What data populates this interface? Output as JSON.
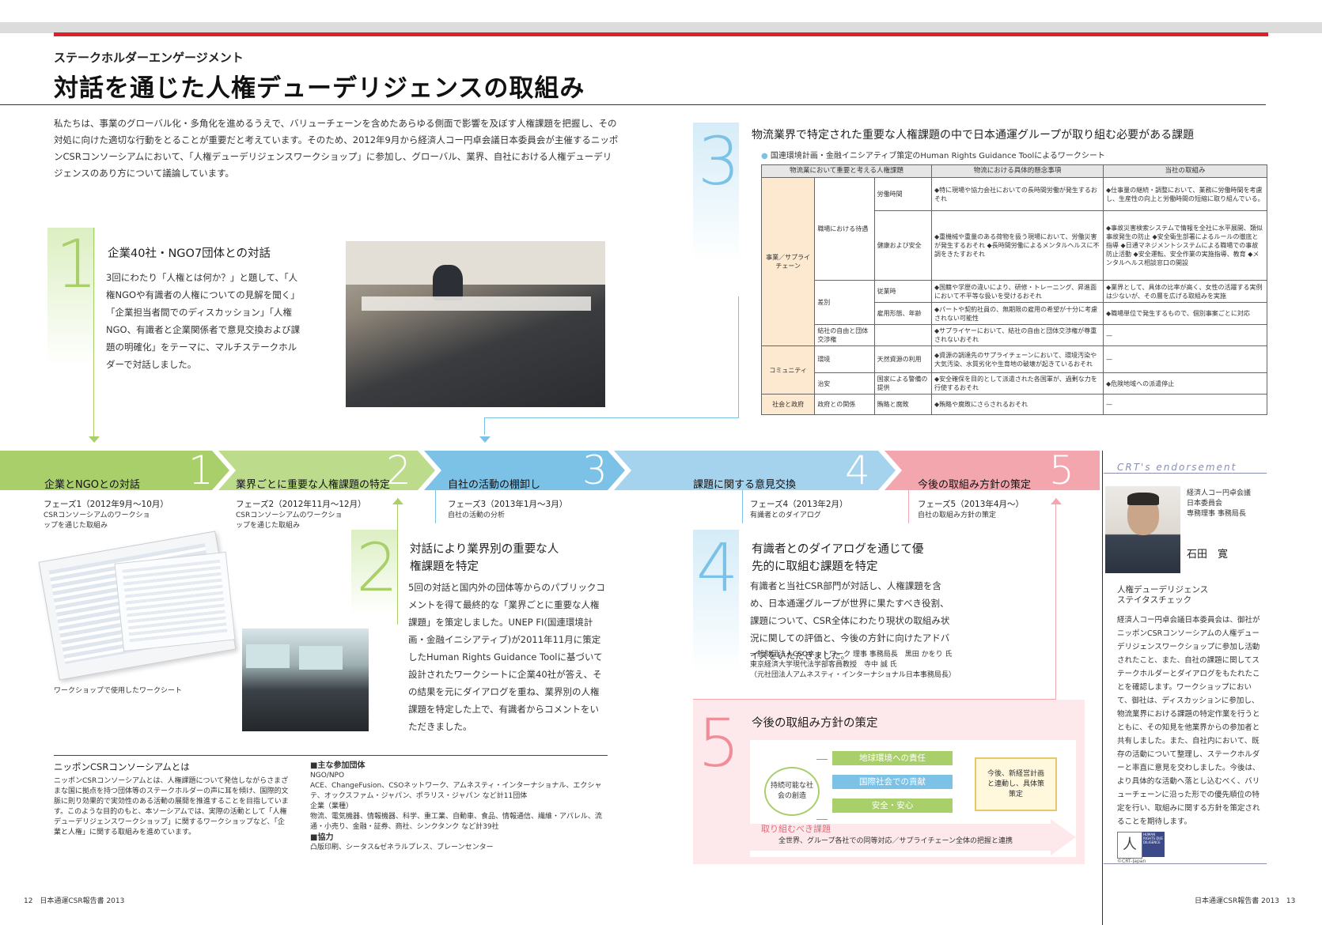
{
  "header": {
    "kicker": "ステークホルダーエンゲージメント",
    "title": "対話を通じた人権デューデリジェンスの取組み"
  },
  "intro": "私たちは、事業のグローバル化・多角化を進めるうえで、バリューチェーンを含めたあらゆる側面で影響を及ぼす人権課題を把握し、その対処に向けた適切な行動をとることが重要だと考えています。そのため、2012年9月から経済人コー円卓会議日本委員会が主催するニッポンCSRコンソーシアムにおいて、「人権デューデリジェンスワークショップ」に参加し、グローバル、業界、自社における人権デューデリジェンスのあり方について議論しています。",
  "section1": {
    "num": "1",
    "heading": "企業40社・NGO7団体との対話",
    "body": "3回にわたり「人権とは何か？」と題して、「人権NGOや有識者の人権についての見解を聞く」「企業担当者間でのディスカッション」「人権NGO、有識者と企業関係者で意見交換および課題の明確化」をテーマに、マルチステークホルダーで対話しました。"
  },
  "section3": {
    "num": "3",
    "heading": "物流業界で特定された重要な人権課題の中で日本通運グループが取り組む必要がある課題",
    "table_caption": "国連環境計画・金融イニシアティブ策定のHuman Rights Guidance Toolによるワークシート",
    "col_headers": [
      "物流業において重要と考える人権課題",
      "物流における具体的懸念事項",
      "当社の取組み"
    ],
    "rows": [
      {
        "group": "事業／サプライチェーン",
        "cat": "職場における待遇",
        "sub": "労働時間",
        "concern": "◆特に現場や協力会社においての長時間労働が発生するおそれ",
        "action": "◆仕事量の継続・調整において、業務に労働時間を考慮し、生産性の向上と労働時間の短縮に取り組んでいる。"
      },
      {
        "group": "",
        "cat": "",
        "sub": "健康および安全",
        "concern": "◆重機械や重量のある荷物を扱う現場において、労働災害が発生するおそれ ◆長時間労働によるメンタルヘルスに不調をきたすおそれ",
        "action": "◆事故災害検索システムで情報を全社に水平展開、類似事故発生の防止 ◆安全衛生部署によるルールの徹底と指導 ◆日通マネジメントシステムによる職場での事故防止活動 ◆安全運転、安全作業の実施指導、教育 ◆メンタルヘルス相談窓口の開設"
      },
      {
        "group": "",
        "cat": "差別",
        "sub": "従業時",
        "concern": "◆国籍や学歴の違いにより、研修・トレーニング、昇進面において不平等な扱いを受けるおそれ",
        "action": "◆業界として、具体の比率が高く、女性の活躍する実例は少ないが、その層を広げる取組みを実施"
      },
      {
        "group": "",
        "cat": "",
        "sub": "雇用形態、年齢",
        "concern": "◆パートや契約社員の、無期限の雇用の希望が十分に考慮されない可能性",
        "action": "◆職場単位で発生するもので、個別事案ごとに対応"
      },
      {
        "group": "",
        "cat": "結社の自由と団体交渉権",
        "sub": "",
        "concern": "◆サプライヤーにおいて、結社の自由と団体交渉権が尊重されないおそれ",
        "action": "—"
      },
      {
        "group": "コミュニティ",
        "cat": "環境",
        "sub": "天然資源の利用",
        "concern": "◆資源の調達先のサプライチェーンにおいて、環境汚染や大気汚染、水質劣化や生育地の破壊が起きているおそれ",
        "action": "—"
      },
      {
        "group": "",
        "cat": "治安",
        "sub": "国家による警備の提供",
        "concern": "◆安全確保を目的として派遣された各国軍が、過剰な力を行使するおそれ",
        "action": "◆危険地域への派遣停止"
      },
      {
        "group": "社会と政府",
        "cat": "政府との関係",
        "sub": "賄賂と腐敗",
        "concern": "◆賄賂や腐敗にさらされるおそれ",
        "action": "—"
      }
    ]
  },
  "phases": [
    {
      "num": "1",
      "label": "企業とNGOとの対話",
      "phase": "フェーズ1（2012年9月〜10月）",
      "desc": "CSRコンソーシアムのワークショップを通じた取組み",
      "color": "#a9cf6b"
    },
    {
      "num": "2",
      "label": "業界ごとに重要な人権課題の特定",
      "phase": "フェーズ2（2012年11月〜12月）",
      "desc": "CSRコンソーシアムのワークショップを通じた取組み",
      "color": "#bddc8b"
    },
    {
      "num": "3",
      "label": "自社の活動の棚卸し",
      "phase": "フェーズ3（2013年1月〜3月）",
      "desc": "自社の活動の分析",
      "color": "#7cc1e6"
    },
    {
      "num": "4",
      "label": "課題に関する意見交換",
      "phase": "フェーズ4（2013年2月）",
      "desc": "有識者とのダイアログ",
      "color": "#a5d3ee"
    },
    {
      "num": "5",
      "label": "今後の取組み方針の策定",
      "phase": "フェーズ5（2013年4月〜）",
      "desc": "自社の取組み方針の策定",
      "color": "#f3a6ad"
    }
  ],
  "section2": {
    "num": "2",
    "heading": "対話により業界別の重要な人権課題を特定",
    "body": "5回の対話と国内外の団体等からのパブリックコメントを得て最終的な「業界ごとに重要な人権課題」を策定しました。UNEP FI(国連環境計画・金融イニシアティブ)が2011年11月に策定したHuman Rights Guidance Toolに基づいて設計されたワークシートに企業40社が答え、その結果を元にダイアログを重ね、業界別の人権課題を特定した上で、有識者からコメントをいただきました。",
    "caption": "ワークショップで使用したワークシート"
  },
  "section4": {
    "num": "4",
    "heading": "有識者とのダイアログを通じて優先的に取組む課題を特定",
    "body": "有識者と当社CSR部門が対話し、人権課題を含め、日本通運グループが世界に果たすべき役割、課題について、CSR全体にわたり現状の取組み状況に関しての評価と、今後の方針に向けたアドバイスをいただきました。",
    "person1": "一般財団法人CSOネットワーク 理事 事務局長　黒田 かをり 氏",
    "person2": "東京経済大学現代法学部客員教授　寺中 誠 氏",
    "person3": "（元社団法人アムネスティ・インターナショナル日本事務局長）"
  },
  "section5": {
    "num": "5",
    "heading": "今後の取組み方針の策定",
    "core": "持続可能な社会の創造",
    "items": [
      "地球環境への責任",
      "国際社会での貢献",
      "安全・安心"
    ],
    "result": "今後、新経営計画と連動し、具体策策定",
    "arrow_title": "取り組むべき課題",
    "arrow_text": "全世界、グループ各社での同等対応／サプライチェーン全体の把握と連携"
  },
  "consortium": {
    "title": "ニッポンCSRコンソーシアムとは",
    "body": "ニッポンCSRコンソーシアムとは、人権課題について発信しながらさまざまな国に拠点を持つ団体等のステークホルダーの声に耳を傾け、国際的文脈に則り効果的で実効性のある活動の展開を推進することを目指しています。このような目的のもと、本ソーシアムでは、実際の活動として「人権デューデリジェンスワークショップ」に関するワークショップなど、「企業と人権」に関する取組みを進めています。",
    "participants_title": "■主な参加団体",
    "ngo_title": "NGO/NPO",
    "ngo": "ACE、ChangeFusion、CSOネットワーク、アムネスティ・インターナショナル、エクシャテ、オックスファム・ジャパン、ポラリス・ジャパン など計11団体",
    "company_title": "企業（業種）",
    "company": "物流、電気機器、情報機器、科学、重工業、自動車、食品、情報通信、繊維・アパレル、流通・小売り、金融・証券、商社、シンクタンク など計39社",
    "coop_title": "■協力",
    "coop": "凸版印刷、シータス&ゼネラルプレス、ブレーンセンター"
  },
  "endorsement": {
    "head": "CRT's endorsement",
    "org1": "経済人コー円卓会議",
    "org2": "日本委員会",
    "role": "専務理事 事務局長",
    "name": "石田　寛",
    "sub1": "人権デューデリジェンス",
    "sub2": "ステイタスチェック",
    "body": "経済人コー円卓会議日本委員会は、御社がニッポンCSRコンソーシアムの人権デューデリジェンスワークショップに参加し活動されたこと、また、自社の課題に関してステークホルダーとダイアログをもたれたことを確認します。ワークショップにおいて、御社は、ディスカッションに参加し、物流業界における課題の特定作業を行うとともに、その知見を他業界からの参加者と共有しました。また、自社内において、既存の活動について整理し、ステークホルダーと率直に意見を交わしました。今後は、より具体的な活動へ落とし込むべく、バリューチェーンに沿った形での優先順位の特定を行い、取組みに関する方針を策定されることを期待します。",
    "logo_text": "HUMAN RIGHTS DUE DILIGENCE",
    "logo_sub": "©CRT-Japan"
  },
  "footer": {
    "left_page": "12",
    "left_text": "日本通運CSR報告書 2013",
    "right_text": "日本通運CSR報告書 2013",
    "right_page": "13"
  }
}
